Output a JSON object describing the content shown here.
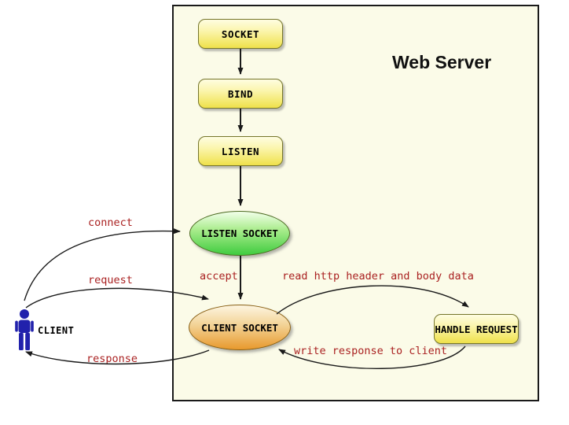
{
  "diagram": {
    "title": "Web Server"
  },
  "nodes": {
    "socket": "SOCKET",
    "bind": "BIND",
    "listen": "LISTEN",
    "listen_socket": "LISTEN SOCKET",
    "client_socket": "CLIENT SOCKET",
    "handle_request": "HANDLE REQUEST"
  },
  "actor": {
    "label": "CLIENT"
  },
  "edge_labels": {
    "connect": "connect",
    "request": "request",
    "response": "response",
    "accept": "accept",
    "read_http": "read http header and body data",
    "write_response": "write response to client"
  },
  "colors": {
    "server_bg": "#FBFBE8",
    "server_border": "#1a1a1a",
    "process_fill_top": "#FEFDE1",
    "process_fill_bottom": "#EFE14B",
    "process_border": "#75752A",
    "listen_socket_fill_top": "#F2FFEA",
    "listen_socket_fill_bottom": "#3FCC3F",
    "client_socket_fill_top": "#FDF5E0",
    "client_socket_fill_bottom": "#E8992D",
    "edge_label_color": "#AA2222",
    "actor_color": "#2121AC",
    "arrow_color": "#1a1a1a"
  }
}
